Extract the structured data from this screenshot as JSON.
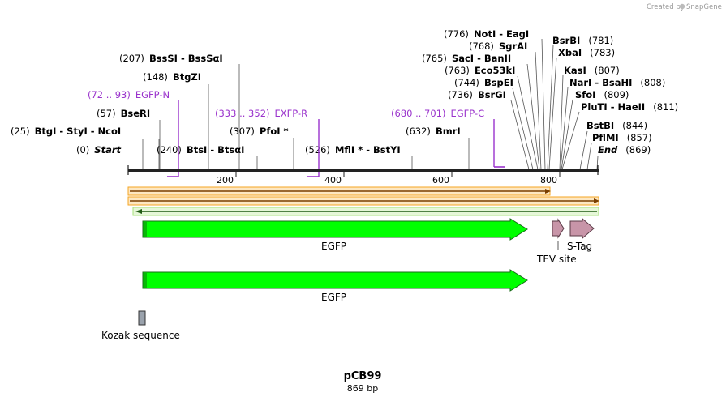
{
  "credit": {
    "prefix": "Created by",
    "brand": "SnapGene"
  },
  "map": {
    "name": "pCB99",
    "length_label": "869 bp"
  },
  "ruler": {
    "ticks": [
      "200",
      "400",
      "600",
      "800"
    ]
  },
  "sites_left": [
    {
      "pos": "(0)",
      "name": "Start",
      "italic": true
    },
    {
      "pos": "(25)",
      "name": "BtgI",
      "iso": "StyI",
      "iso2": "NcoI"
    },
    {
      "pos": "(57)",
      "name": "BseRI"
    },
    {
      "pos": "(148)",
      "name": "BtgZI"
    },
    {
      "pos": "(207)",
      "name": "BssSI",
      "iso": "BssSαI"
    },
    {
      "pos": "(240)",
      "name": "BtsI",
      "iso": "BtsαI"
    },
    {
      "pos": "(307)",
      "name": "PfoI *"
    },
    {
      "pos": "(526)",
      "name": "MflI *",
      "iso": "BstYI"
    },
    {
      "pos": "(632)",
      "name": "BmrI"
    }
  ],
  "sites_right": [
    {
      "pos": "(776)",
      "name": "NotI",
      "iso": "EagI"
    },
    {
      "pos": "(768)",
      "name": "SgrAI"
    },
    {
      "pos": "(765)",
      "name": "SacI",
      "iso": "BanII"
    },
    {
      "pos": "(763)",
      "name": "Eco53kI"
    },
    {
      "pos": "(744)",
      "name": "BspEI"
    },
    {
      "pos": "(736)",
      "name": "BsrGI"
    },
    {
      "pos": "(781)",
      "name": "BsrBI"
    },
    {
      "pos": "(783)",
      "name": "XbaI"
    },
    {
      "pos": "(807)",
      "name": "KasI"
    },
    {
      "pos": "(808)",
      "name": "NarI",
      "iso": "BsaHI"
    },
    {
      "pos": "(809)",
      "name": "SfoI"
    },
    {
      "pos": "(811)",
      "name": "PluTI",
      "iso": "HaeII"
    },
    {
      "pos": "(844)",
      "name": "BstBI"
    },
    {
      "pos": "(857)",
      "name": "PflMI"
    },
    {
      "pos": "(869)",
      "name": "End",
      "italic": true
    }
  ],
  "primers": [
    {
      "range": "(72 .. 93)",
      "name": "EGFP-N"
    },
    {
      "range": "(333 .. 352)",
      "name": "EXFP-R"
    },
    {
      "range": "(680 .. 701)",
      "name": "EGFP-C"
    }
  ],
  "features": {
    "egfp1": "EGFP",
    "egfp2": "EGFP",
    "tev": "TEV site",
    "stag": "S-Tag",
    "kozak": "Kozak sequence"
  },
  "colors": {
    "egfp": "#00ff00",
    "tev": "#c895a8",
    "kozak": "#9aa2ac",
    "orf_orange": "#f5a623",
    "orf_green": "#a6e07a",
    "primer": "#9a33cc"
  }
}
